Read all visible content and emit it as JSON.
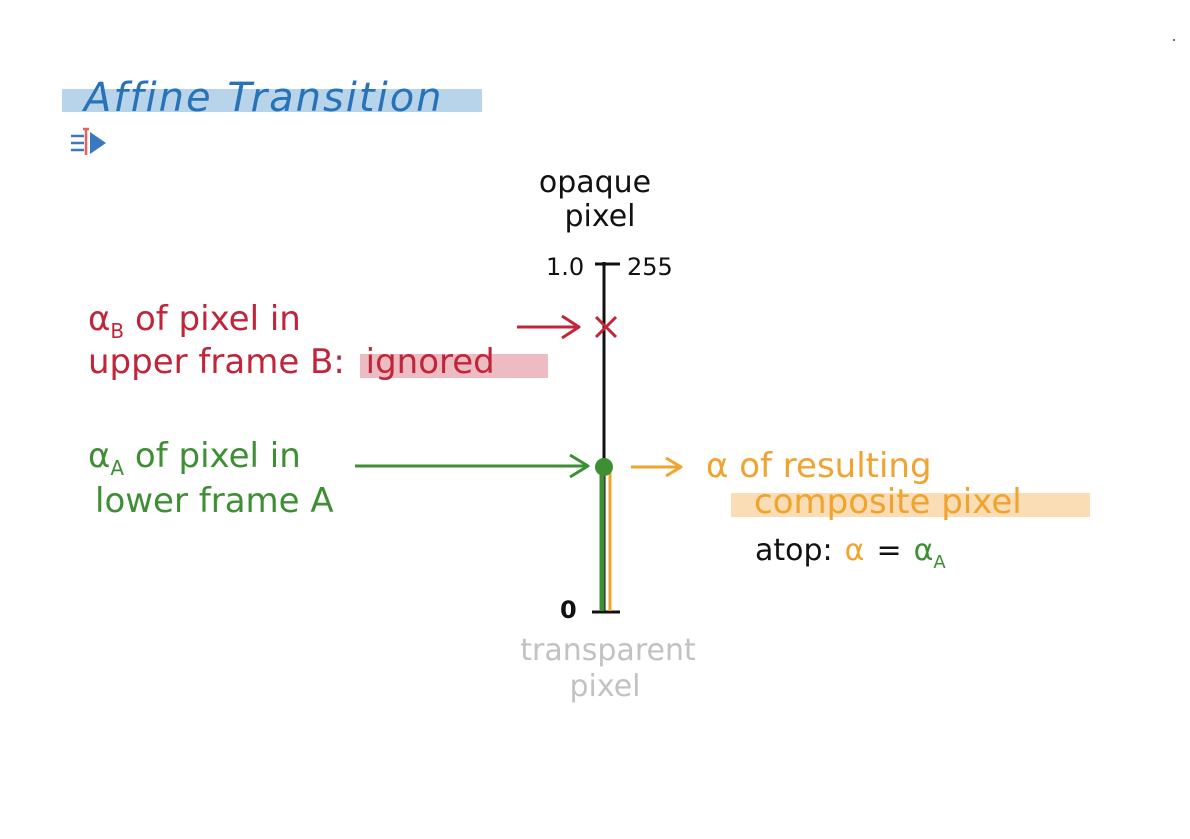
{
  "title": "Affine Transition",
  "colors": {
    "title": "#2872b8",
    "title_highlight": "#b8d4ea",
    "black": "#111111",
    "red": "#c0253a",
    "red_highlight": "#ecbcc2",
    "green": "#3e8f34",
    "orange": "#f0a32e",
    "orange_highlight": "#fbddb5",
    "gray": "#c2c2c2",
    "icon_blue": "#3b78c0",
    "icon_red": "#e0635a"
  },
  "axis": {
    "top_label_line1": "opaque",
    "top_label_line2": "pixel",
    "top_left_tick": "1.0",
    "top_right_tick": "255",
    "bottom_tick": "0",
    "bottom_label_line1": "transparent",
    "bottom_label_line2": "pixel"
  },
  "alpha_b": {
    "symbol": "α",
    "sub": "B",
    "line1_rest": " of pixel in",
    "line2_lead": "upper frame B: ",
    "line2_highlight": "ignored",
    "marker": "×"
  },
  "alpha_a": {
    "symbol": "α",
    "sub": "A",
    "line1_rest": " of pixel in",
    "line2": "lower frame A"
  },
  "result": {
    "line1": "α of resulting",
    "line2": "composite pixel",
    "formula_op": "atop:",
    "formula_alpha": "α",
    "formula_eq": "=",
    "formula_rhs": "α",
    "formula_sub": "A"
  }
}
